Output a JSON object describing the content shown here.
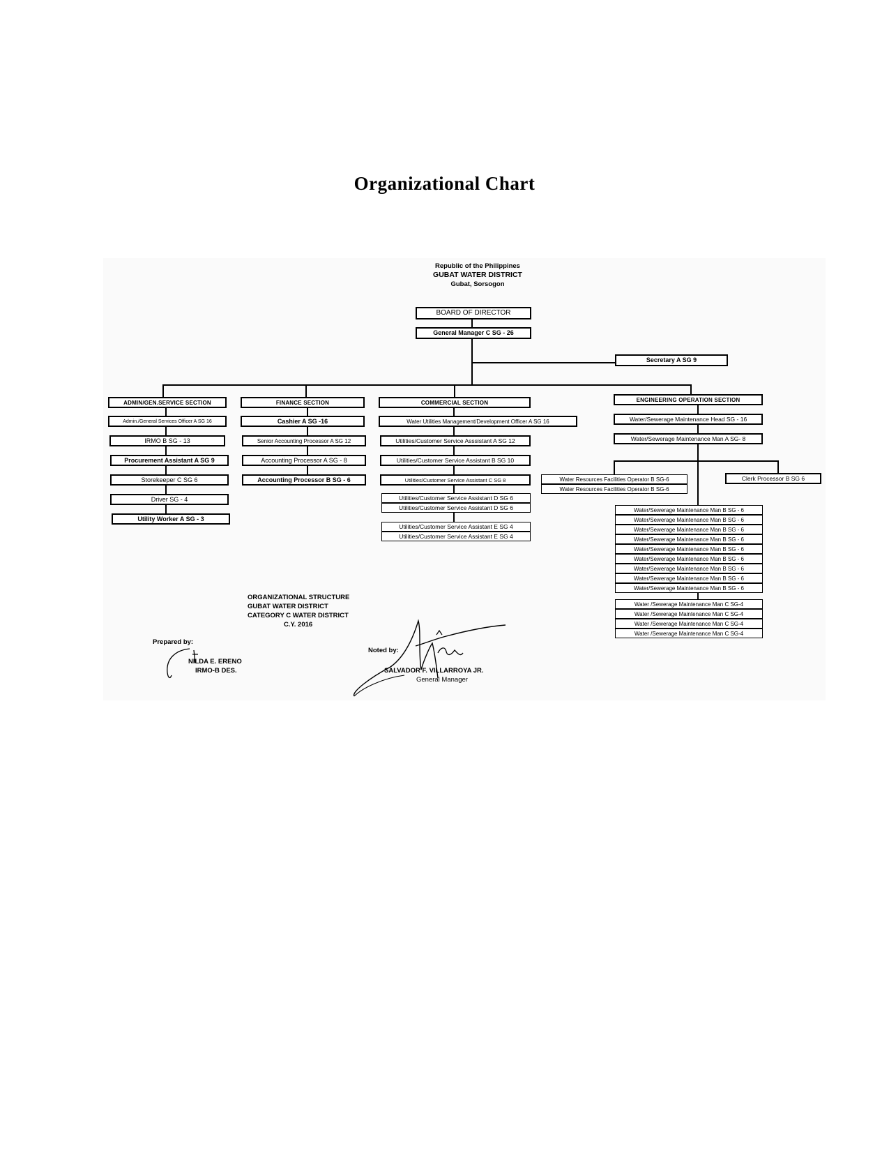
{
  "title": "Organizational Chart",
  "header": {
    "line1": "Republic of the Philippines",
    "line2": "GUBAT WATER DISTRICT",
    "line3": "Gubat, Sorsogon"
  },
  "top": {
    "board": "BOARD OF DIRECTOR",
    "gm": "General Manager C SG - 26",
    "secretary": "Secretary A SG 9"
  },
  "admin": {
    "heading": "ADMIN/GEN.SERVICE SECTION",
    "items": [
      "Admin./General Services Officer A SG 16",
      "IRMO B    SG - 13",
      "Procurement Assistant A SG 9",
      "Storekeeper C SG 6",
      "Driver  SG - 4",
      "Utility Worker A   SG - 3"
    ]
  },
  "finance": {
    "heading": "FINANCE SECTION",
    "items": [
      "Cashier A  SG -16",
      "Senior Accounting Processor A SG 12",
      "Accounting Processor A  SG - 8",
      "Accounting Processor B SG - 6"
    ]
  },
  "commercial": {
    "heading": "COMMERCIAL SECTION",
    "items": [
      "Water Utilities Management/Development Officer A SG 16",
      "Utilities/Customer Service Asssistant A SG 12",
      "Utilities/Customer Service Assistant B SG 10",
      "Utilities/Customer Service Assistant C SG 8"
    ],
    "group_d": [
      "Utilities/Customer Service Assistant D SG 6",
      "Utilities/Customer Service Assistant D SG 6"
    ],
    "group_e": [
      "Utilities/Customer Service Assistant E SG 4",
      "Utilities/Customer Service Assistant E SG 4"
    ]
  },
  "engineering": {
    "heading": "ENGINEERING OPERATION SECTION",
    "head": "Water/Sewerage Maintenance Head  SG - 16",
    "man_a": "Water/Sewerage Maintenance Man A  SG- 8",
    "operators": [
      "Water Resources Facilities Operator B SG-6",
      "Water Resources Facilities Operator B SG-6"
    ],
    "clerk": "Clerk Processor B SG 6",
    "man_b": [
      "Water/Sewerage Maintenance Man B SG - 6",
      "Water/Sewerage Maintenance Man B SG - 6",
      "Water/Sewerage Maintenance Man B SG - 6",
      "Water/Sewerage Maintenance Man B SG - 6",
      "Water/Sewerage Maintenance Man B SG - 6",
      "Water/Sewerage Maintenance Man B SG - 6",
      "Water/Sewerage Maintenance Man B SG - 6",
      "Water/Sewerage Maintenance Man B SG - 6",
      "Water/Sewerage Maintenance Man B SG - 6"
    ],
    "man_c": [
      "Water /Sewerage Maintenance Man C SG-4",
      "Water /Sewerage Maintenance Man C SG-4",
      "Water /Sewerage Maintenance Man C SG-4",
      "Water /Sewerage Maintenance Man C SG-4"
    ]
  },
  "footer": {
    "line1": "ORGANIZATIONAL STRUCTURE",
    "line2": "GUBAT WATER DISTRICT",
    "line3": "CATEGORY C WATER DISTRICT",
    "line4": "C.Y. 2016"
  },
  "prepared": {
    "label": "Prepared by:",
    "name": "NILDA E. ERENO",
    "title": "IRMO-B DES."
  },
  "noted": {
    "label": "Noted by:",
    "name": "SALVADOR F. VILLARROYA JR.",
    "title": "General Manager"
  }
}
